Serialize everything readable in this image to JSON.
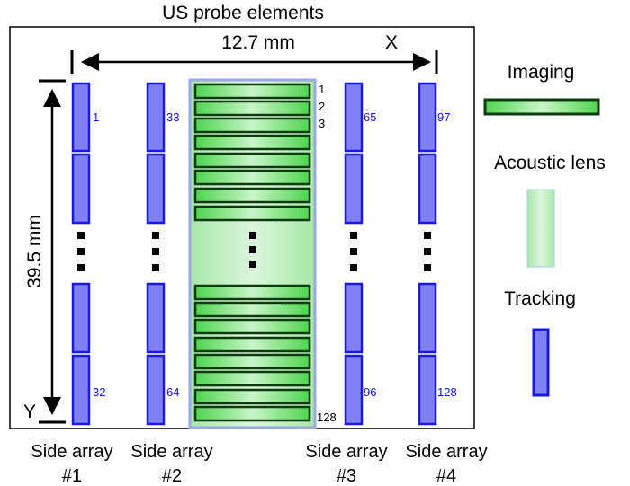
{
  "title": "US probe elements",
  "dimensions": {
    "width": "12.7 mm",
    "height": "39.5 mm",
    "x_axis": "X",
    "y_axis": "Y"
  },
  "imaging": {
    "element_labels": [
      "1",
      "2",
      "3",
      "128"
    ]
  },
  "side_arrays": [
    {
      "label_line1": "Side array",
      "label_line2": "#1",
      "first": "1",
      "last": "32"
    },
    {
      "label_line1": "Side array",
      "label_line2": "#2",
      "first": "33",
      "last": "64"
    },
    {
      "label_line1": "Side array",
      "label_line2": "#3",
      "first": "65",
      "last": "96"
    },
    {
      "label_line1": "Side array",
      "label_line2": "#4",
      "first": "97",
      "last": "128"
    }
  ],
  "legend": {
    "imaging": "Imaging",
    "lens": "Acoustic lens",
    "tracking": "Tracking"
  },
  "colors": {
    "tracking_fill": "#8080f4",
    "tracking_stroke": "#1a1adc",
    "imaging_stroke": "#0f3a0f",
    "imaging_edge": "#4fd44f",
    "imaging_center": "#c8f5c8",
    "lens_edge": "#a7e8a7",
    "lens_center": "#d8f3d8",
    "lens_stroke": "#9aa8e6",
    "number_blue": "#1414d2"
  }
}
